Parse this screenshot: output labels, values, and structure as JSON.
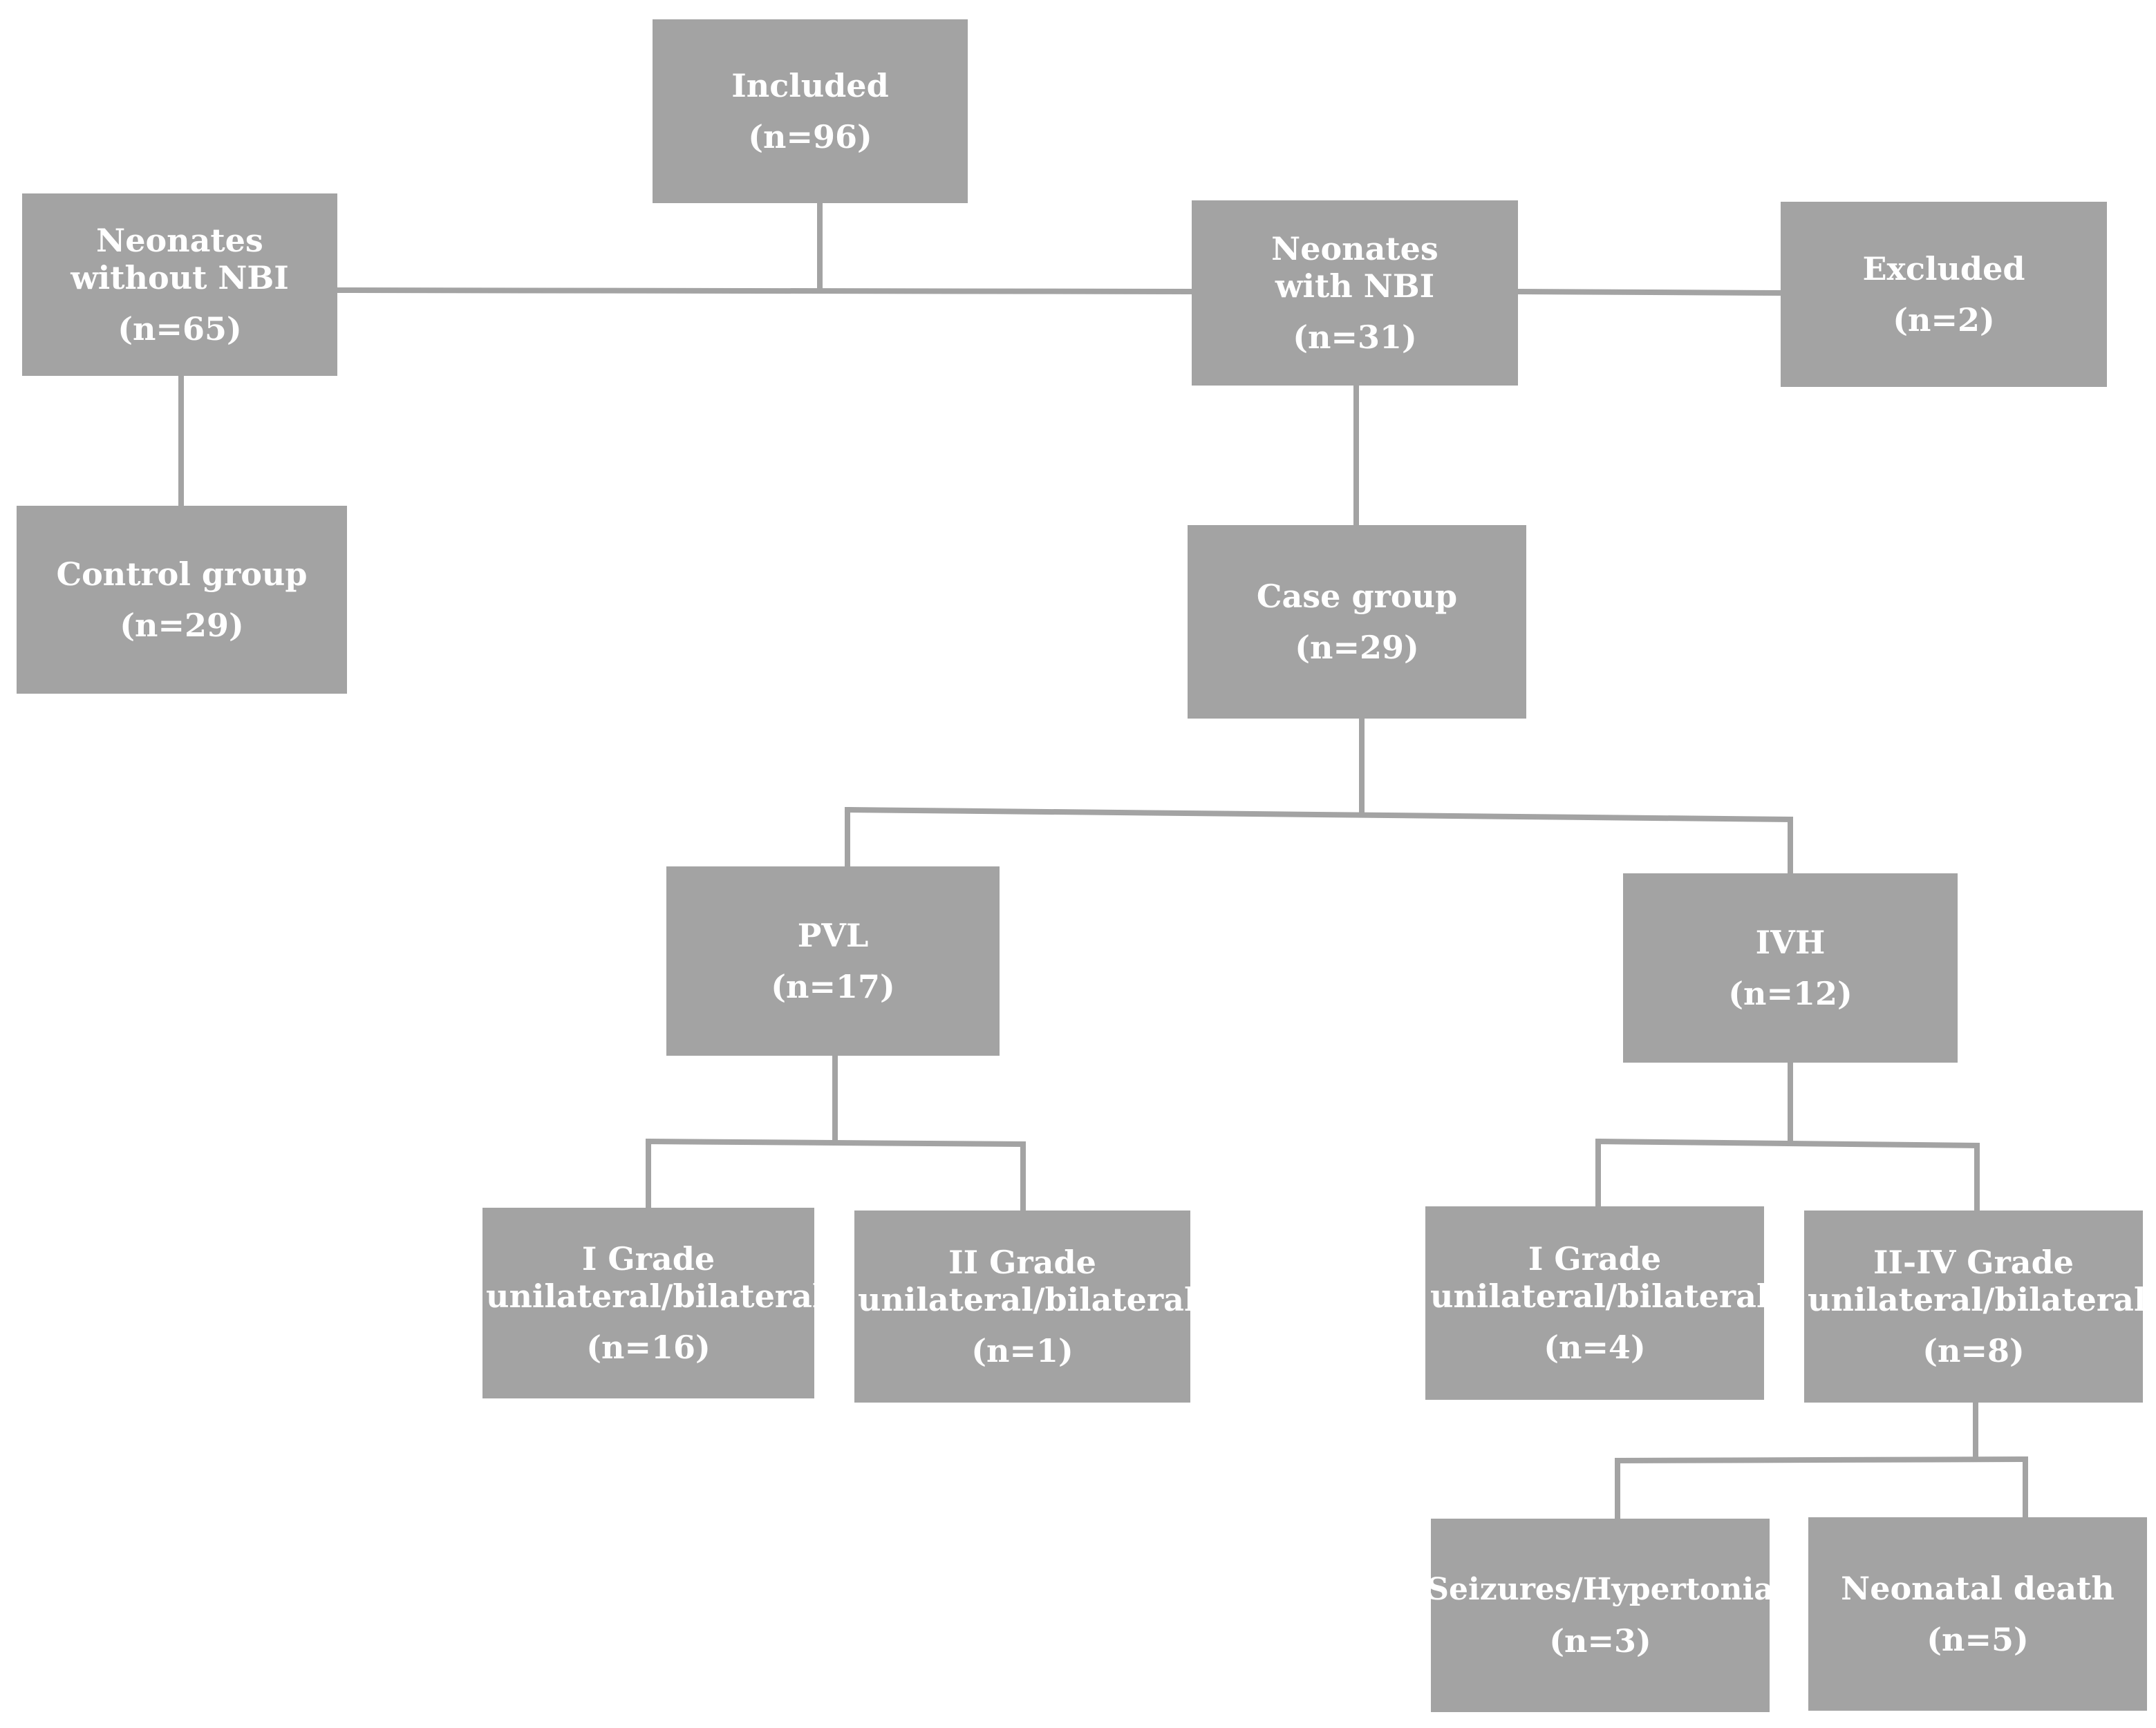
{
  "nodes": {
    "included": {
      "title": "Included",
      "count": "(n=96)"
    },
    "without_nbi": {
      "title": "Neonates without NBI",
      "count": "(n=65)"
    },
    "with_nbi": {
      "title": "Neonates with NBI",
      "count": "(n=31)"
    },
    "excluded": {
      "title": "Excluded",
      "count": "(n=2)"
    },
    "control": {
      "title": "Control group",
      "count": "(n=29)"
    },
    "case": {
      "title": "Case group",
      "count": "(n=29)"
    },
    "pvl": {
      "title": "PVL",
      "count": "(n=17)"
    },
    "ivh": {
      "title": "IVH",
      "count": "(n=12)"
    },
    "pvl_grade1": {
      "title": "I Grade unilateral/bilateral",
      "count": "(n=16)"
    },
    "pvl_grade2": {
      "title": "II Grade unilateral/bilateral",
      "count": "(n=1)"
    },
    "ivh_grade1": {
      "title": "I Grade unilateral/bilateral",
      "count": "(n=4)"
    },
    "ivh_grade2_4": {
      "title": "II-IV Grade unilateral/bilateral",
      "count": "(n=8)"
    },
    "seizures": {
      "title": "Seizures/Hypertonia",
      "count": "(n=3)"
    },
    "neonatal_death": {
      "title": "Neonatal death",
      "count": "(n=5)"
    }
  },
  "colors": {
    "box": "#a3a3a3",
    "text": "#ffffff",
    "line": "#a3a3a3"
  }
}
